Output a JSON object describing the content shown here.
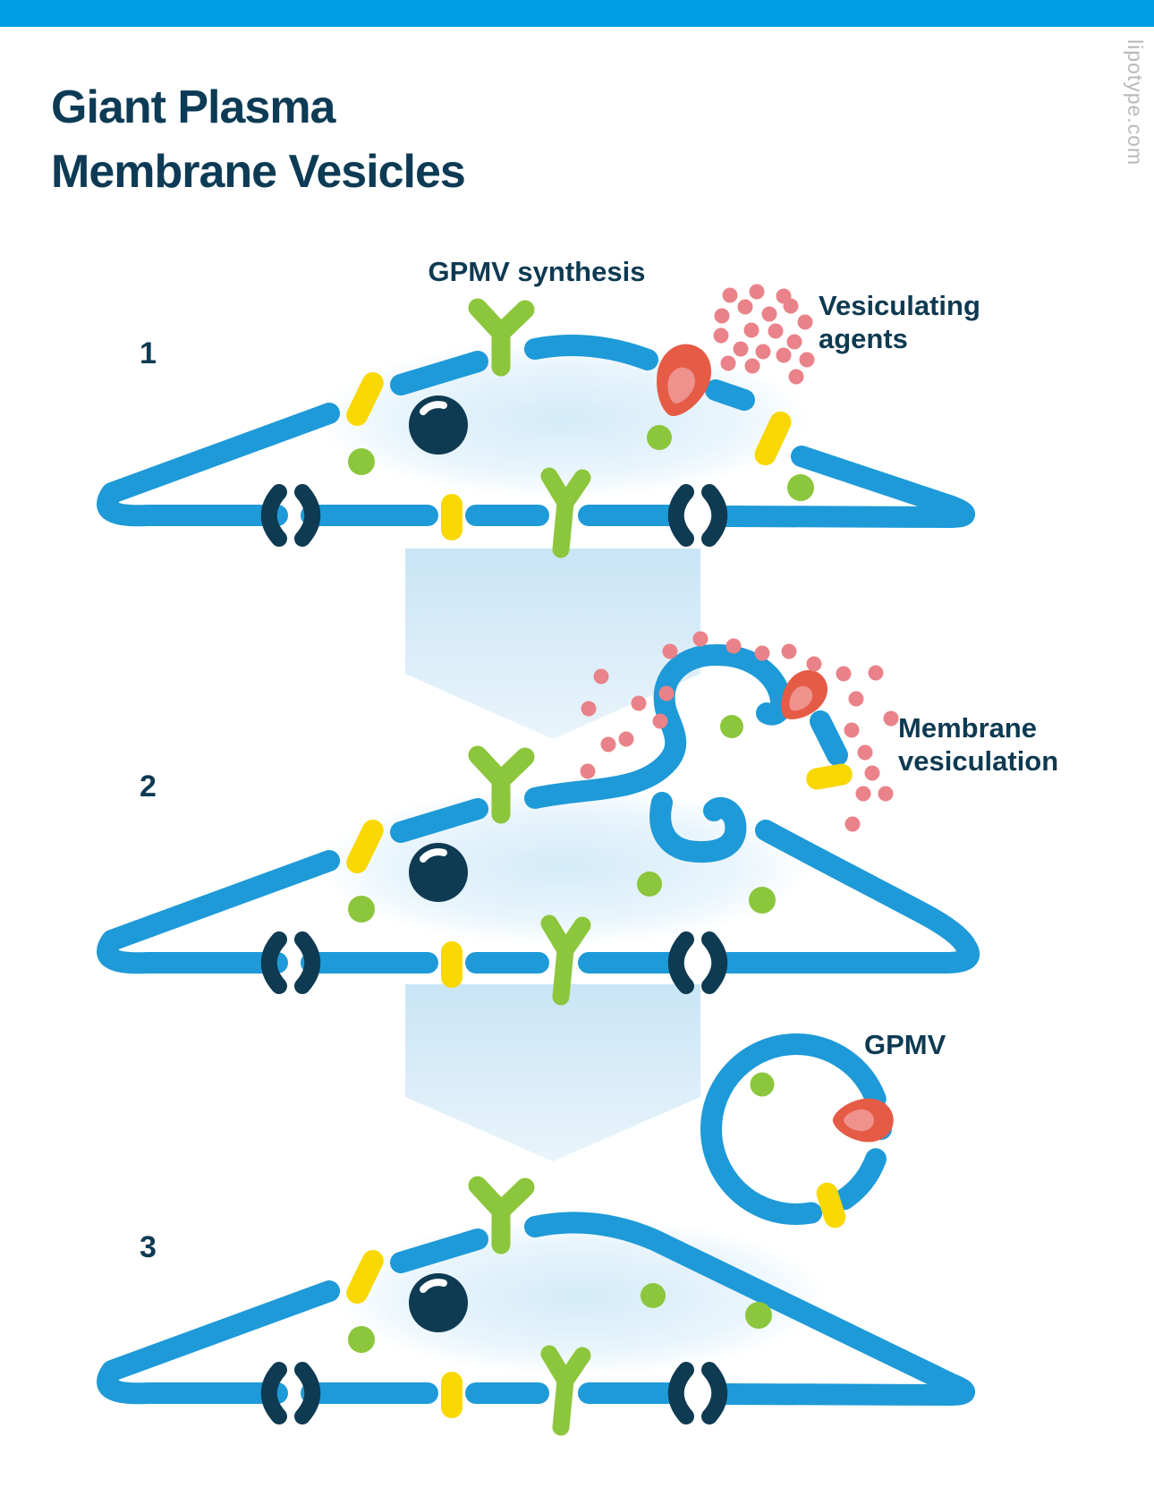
{
  "header": {
    "watermark": "lipotype.com"
  },
  "title": {
    "line1": "Giant Plasma",
    "line2": "Membrane Vesicles"
  },
  "steps": [
    {
      "number": "1",
      "title": "GPMV synthesis",
      "annotation_line1": "Vesiculating",
      "annotation_line2": "agents"
    },
    {
      "number": "2",
      "annotation_line1": "Membrane",
      "annotation_line2": "vesiculation"
    },
    {
      "number": "3",
      "annotation_line1": "GPMV"
    }
  ],
  "colors": {
    "bar": "#00a0e4",
    "membrane": "#1e9ad8",
    "navy": "#0e3a52",
    "title_navy": "#0d3b55",
    "yellow": "#f8d800",
    "green": "#8cc63c",
    "red_protein": "#e55b45",
    "red_protein_inner": "#ef918d",
    "agent_dot": "#ea8289",
    "glow": "#cfe9f8",
    "arrow_top": "#c9e5f6",
    "arrow_bottom": "#e9f4fb",
    "watermark_gray": "#b9b9b9"
  }
}
